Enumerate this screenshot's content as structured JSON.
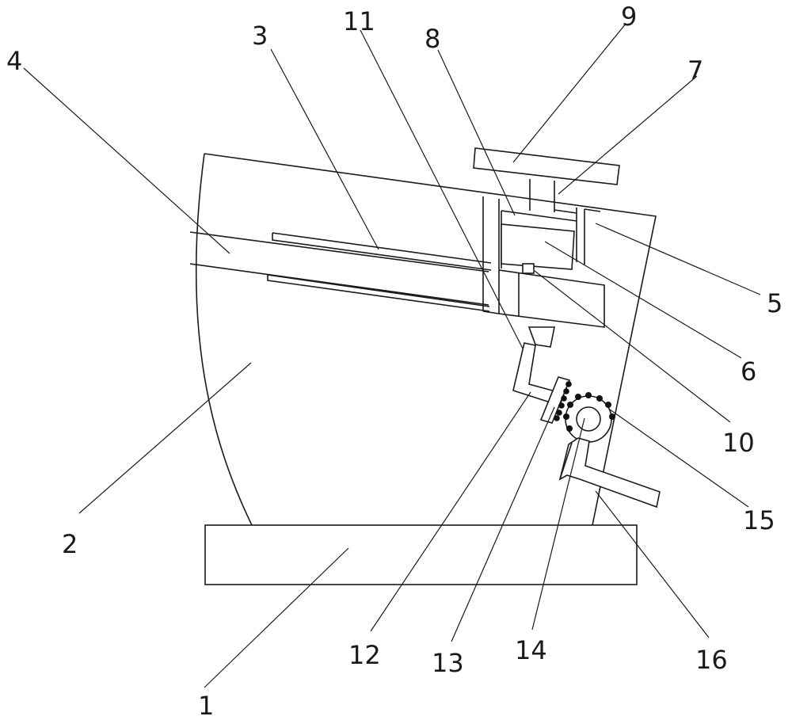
{
  "labels": {
    "l1": "1",
    "l2": "2",
    "l3": "3",
    "l4": "4",
    "l5": "5",
    "l6": "6",
    "l7": "7",
    "l8": "8",
    "l9": "9",
    "l10": "10",
    "l11": "11",
    "l12": "12",
    "l13": "13",
    "l14": "14",
    "l15": "15",
    "l16": "16"
  },
  "colors": {
    "line": "#1a1a1a",
    "background": "#ffffff",
    "teeth": "#111111"
  }
}
